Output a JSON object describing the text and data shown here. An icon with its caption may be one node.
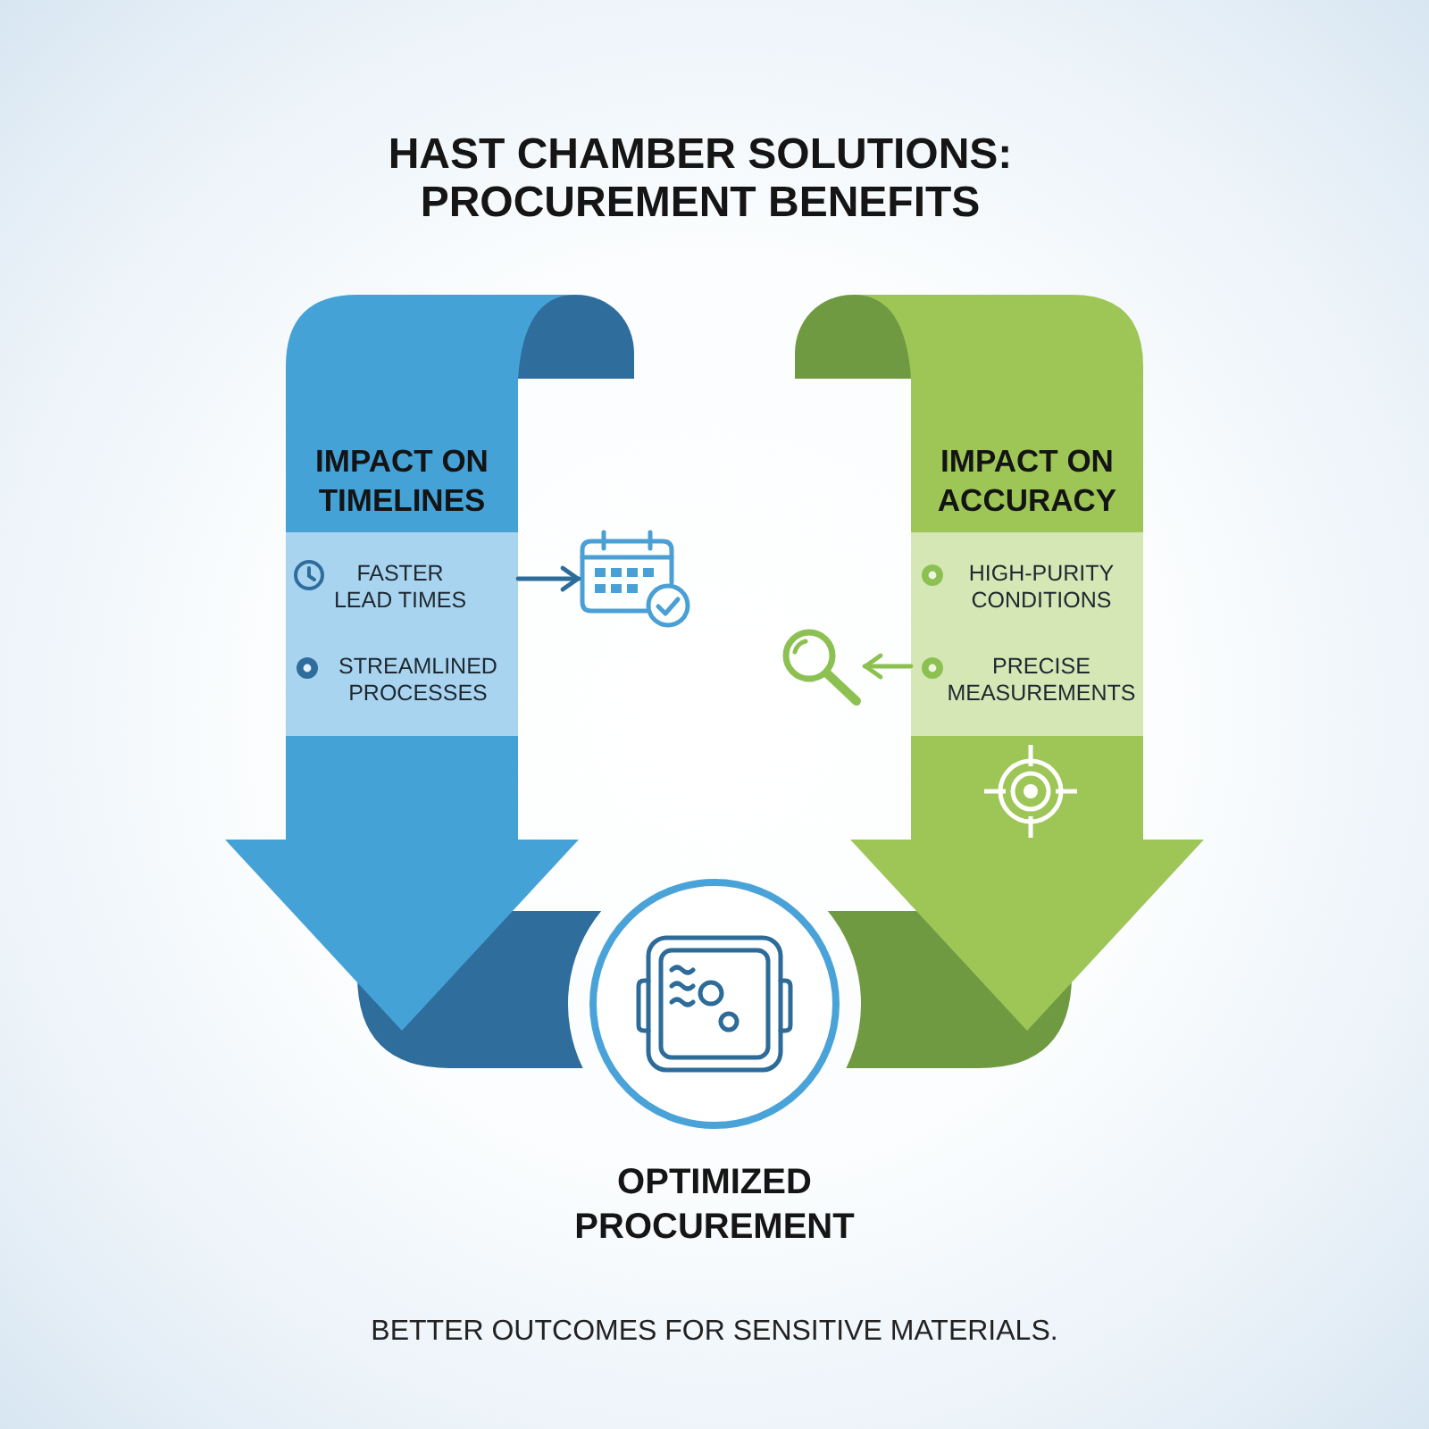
{
  "diagram": {
    "title": "HAST CHAMBER SOLUTIONS: PROCUREMENT BENEFITS",
    "caption": "BETTER OUTCOMES FOR SENSITIVE MATERIALS.",
    "nodes": [
      {
        "text": [
          "IMPACT ON TIMELINES"
        ]
      },
      {
        "text": [
          "FASTER LEAD TIMES",
          "STREAMLINED PROCESSES"
        ],
        "in": 0
      },
      {
        "text": [],
        "shape": "picture"
      },
      {
        "text": [
          "IMPACT ON ACCURACY"
        ]
      },
      {
        "text": [
          "HIGH-PURITY CONDITIONS",
          "PRECISE MEASUREMENTS"
        ],
        "in": 3
      },
      {
        "text": [],
        "shape": "picture"
      },
      {
        "text": [],
        "shape": "circle",
        "beside": [
          "OPTIMIZED PROCUREMENT"
        ]
      }
    ],
    "edges": [
      {
        "from": 1,
        "to": 2,
        "arrow": "to",
        "color": "#2d6b99"
      },
      {
        "from": 4,
        "to": 5,
        "arrow": "to",
        "color": "#8cc152"
      }
    ]
  }
}
